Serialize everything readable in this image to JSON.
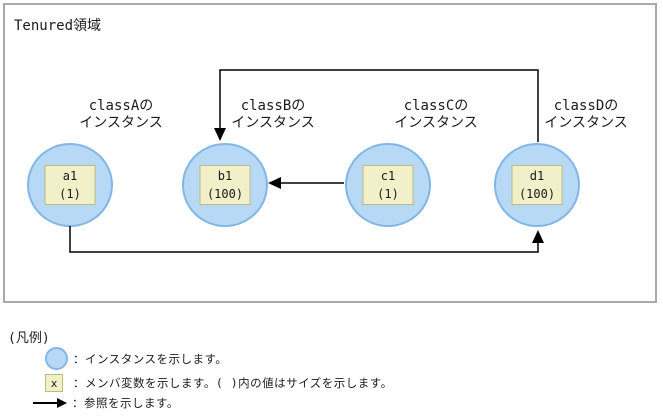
{
  "diagram": {
    "region_label": "Tenured領域",
    "instances": [
      {
        "class_label_line1": "classAの",
        "class_label_line2": "インスタンス",
        "var_name": "a1",
        "size": "(1)"
      },
      {
        "class_label_line1": "classBの",
        "class_label_line2": "インスタンス",
        "var_name": "b1",
        "size": "(100)"
      },
      {
        "class_label_line1": "classCの",
        "class_label_line2": "インスタンス",
        "var_name": "c1",
        "size": "(1)"
      },
      {
        "class_label_line1": "classDの",
        "class_label_line2": "インスタンス",
        "var_name": "d1",
        "size": "(100)"
      }
    ],
    "references": [
      {
        "from": "d1",
        "to": "b1"
      },
      {
        "from": "c1",
        "to": "b1"
      },
      {
        "from": "a1",
        "to": "d1"
      }
    ]
  },
  "legend": {
    "title": "(凡例)",
    "items": [
      {
        "icon": "instance-circle-icon",
        "text": "：インスタンスを示します。"
      },
      {
        "icon": "member-variable-box-icon",
        "symbol": "x",
        "text": "：メンバ変数を示します。( )内の値はサイズを示します。"
      },
      {
        "icon": "reference-arrow-icon",
        "text": "：参照を示します。"
      }
    ]
  },
  "colors": {
    "instance_fill": "#b8d9f6",
    "instance_border": "#82b6e6",
    "member_box_fill": "#f1f0c8",
    "member_box_border": "#bcbc7e",
    "region_border": "#a9a9a9",
    "reference_line": "#000000"
  }
}
